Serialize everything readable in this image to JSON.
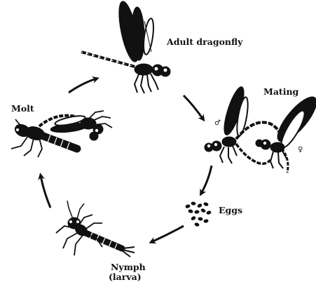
{
  "labels": {
    "adult": "Adult dragonfly",
    "mating": "Mating",
    "eggs": "Eggs",
    "nymph_line1": "Nymph",
    "nymph_line2": "(larva)",
    "molt": "Molt"
  },
  "symbols": {
    "male": "♂",
    "female": "♀"
  },
  "colors": {
    "ink": "#111111",
    "background": "#ffffff"
  }
}
